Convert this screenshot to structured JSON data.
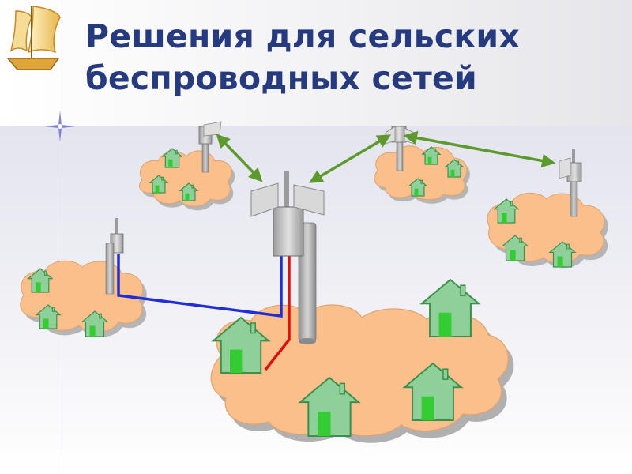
{
  "slide": {
    "title_line1": "Решения для сельских",
    "title_line2": "беспроводных сетей"
  },
  "colors": {
    "title": "#263a80",
    "cloud_fill": "#fbbf8c",
    "cloud_shadow": "#b9b9b9",
    "house_fill": "#8fd09a",
    "house_stroke": "#3d8f4c",
    "door_fill": "#33cc33",
    "link_arrow": "#5c9a2e",
    "cable_blue": "#1f2ed6",
    "cable_red": "#e01010",
    "mast_grey": "#a9a9a9"
  },
  "icons": {
    "logo": "sailboat-icon",
    "ornament": "sparkle-icon"
  },
  "diagram": {
    "clouds": [
      "small-village-top-left",
      "small-village-top-middle",
      "small-village-right",
      "village-left",
      "central-village"
    ],
    "wireless_links": 3,
    "cable_links": 2
  }
}
